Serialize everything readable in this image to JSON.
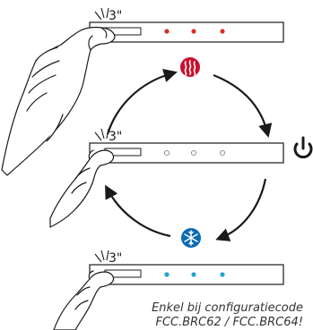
{
  "panels": [
    {
      "mode": "heating",
      "duration_label": "3\"",
      "led_color": "#d0312d",
      "led_style": "filled"
    },
    {
      "mode": "off",
      "duration_label": "3\"",
      "led_color": "#888888",
      "led_style": "outline"
    },
    {
      "mode": "cooling",
      "duration_label": "3\"",
      "led_color": "#1ea3d2",
      "led_style": "filled"
    }
  ],
  "icons": {
    "heating": {
      "name": "heating-icon",
      "color": "#c8102e"
    },
    "cooling": {
      "name": "snowflake-icon",
      "color": "#0b6ab2"
    },
    "power": {
      "name": "power-icon",
      "color": "#1a1a1a"
    }
  },
  "cycle": {
    "direction": "clockwise"
  },
  "note": {
    "line1": "Enkel bij configuratiecode",
    "line2": "FCC.BRC62 / FCC.BRC64!"
  }
}
